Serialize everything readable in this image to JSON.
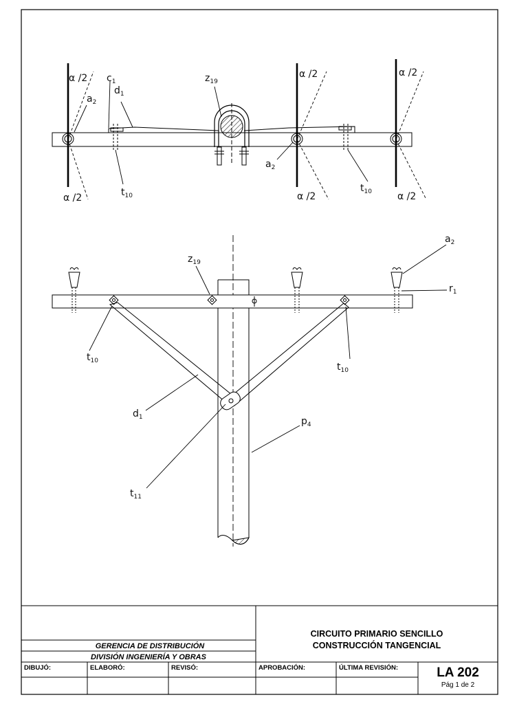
{
  "drawing": {
    "top_view": {
      "angle_label": "α /2",
      "labels": {
        "c1": {
          "main": "c",
          "sub": "1"
        },
        "d1": {
          "main": "d",
          "sub": "1"
        },
        "a2_left": {
          "main": "a",
          "sub": "2"
        },
        "a2_mid": {
          "main": "a",
          "sub": "2"
        },
        "z19": {
          "main": "z",
          "sub": "19"
        },
        "t10_left": {
          "main": "t",
          "sub": "10"
        },
        "t10_right": {
          "main": "t",
          "sub": "10"
        }
      }
    },
    "front_view": {
      "labels": {
        "a2": {
          "main": "a",
          "sub": "2"
        },
        "r1": {
          "main": "r",
          "sub": "1"
        },
        "z19": {
          "main": "z",
          "sub": "19"
        },
        "t10_left": {
          "main": "t",
          "sub": "10"
        },
        "t10_right": {
          "main": "t",
          "sub": "10"
        },
        "d1": {
          "main": "d",
          "sub": "1"
        },
        "t11": {
          "main": "t",
          "sub": "11"
        },
        "p4": {
          "main": "p",
          "sub": "4"
        }
      }
    }
  },
  "title_block": {
    "organization": "GERENCIA DE DISTRIBUCIÓN",
    "division": "DIVISIÓN  INGENIERÍA Y OBRAS",
    "title_line1": "CIRCUITO PRIMARIO SENCILLO",
    "title_line2": "CONSTRUCCIÓN TANGENCIAL",
    "fields": {
      "dibujo": "DIBUJÓ:",
      "elaboro": "ELABORÓ:",
      "reviso": "REVISÓ:",
      "aprobacion": "APROBACIÓN:",
      "ultima_revision": "ÚLTIMA REVISIÓN:"
    },
    "code": "LA 202",
    "page": "Pág 1 de 2"
  }
}
